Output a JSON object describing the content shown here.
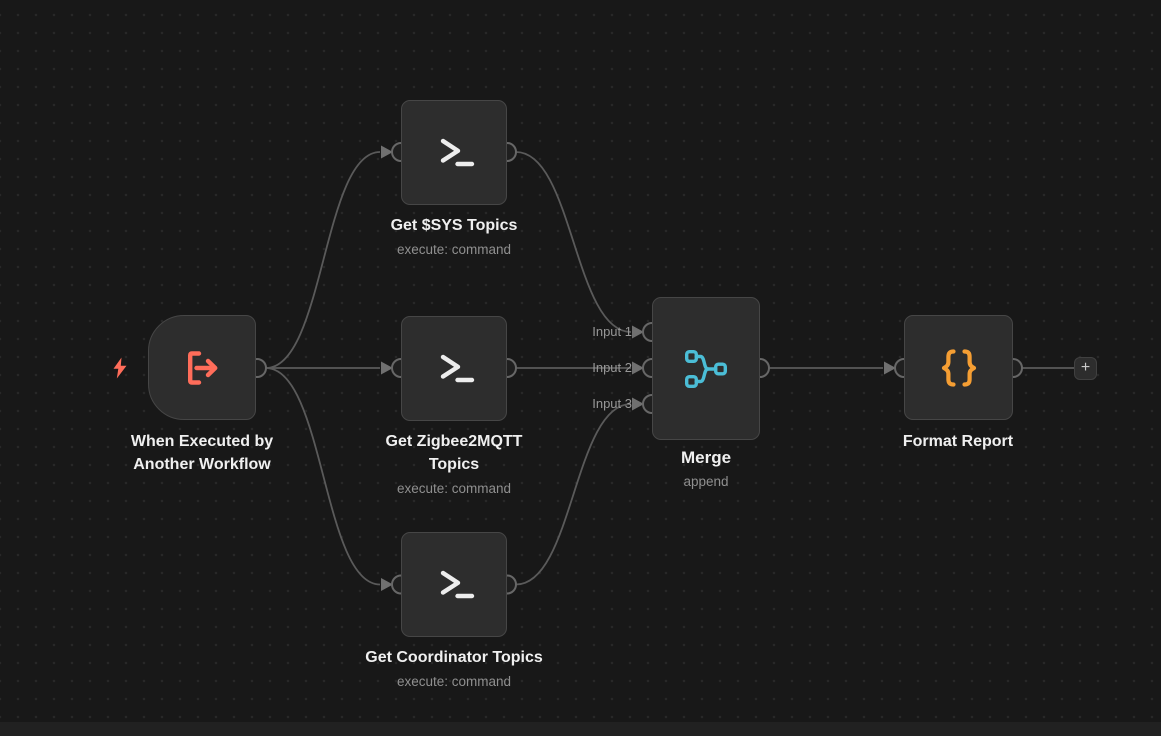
{
  "colors": {
    "trigger_accent": "#ff6d5a",
    "merge_accent": "#4bbdd6",
    "format_accent": "#f59e33",
    "command_icon": "#ededed"
  },
  "icons": {
    "trigger": "workflow-export-arrow-icon",
    "command": "terminal-prompt-icon",
    "merge": "merge-branches-icon",
    "format": "curly-braces-icon",
    "bolt": "lightning-bolt-icon"
  },
  "nodes": {
    "trigger": {
      "title_lines": [
        "When Executed by",
        "Another Workflow"
      ]
    },
    "get_sys_topics": {
      "title": "Get $SYS Topics",
      "subtitle": "execute: command"
    },
    "get_zigbee_topics": {
      "title_lines": [
        "Get Zigbee2MQTT",
        "Topics"
      ],
      "subtitle": "execute: command"
    },
    "get_coordinator_topics": {
      "title": "Get Coordinator Topics",
      "subtitle": "execute: command"
    },
    "merge": {
      "title": "Merge",
      "subtitle": "append",
      "input_labels": [
        "Input 1",
        "Input 2",
        "Input 3"
      ]
    },
    "format_report": {
      "title": "Format Report"
    }
  },
  "controls": {
    "add_node": "+"
  }
}
